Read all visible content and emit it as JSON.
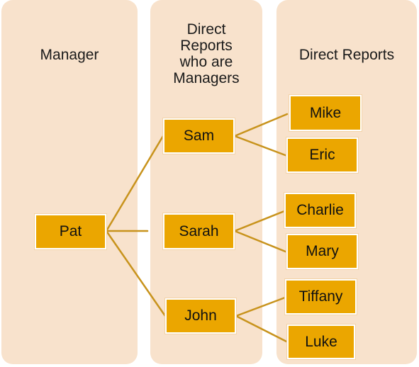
{
  "columns": {
    "manager": {
      "title": "Manager"
    },
    "mid": {
      "title_lines": [
        "Direct",
        "Reports",
        "who are",
        "Managers"
      ]
    },
    "reports": {
      "title": "Direct Reports"
    }
  },
  "nodes": {
    "pat": "Pat",
    "sam": "Sam",
    "sarah": "Sarah",
    "john": "John",
    "mike": "Mike",
    "eric": "Eric",
    "charlie": "Charlie",
    "mary": "Mary",
    "tiffany": "Tiffany",
    "luke": "Luke"
  },
  "colors": {
    "column_background": "#f8e2cc",
    "node_fill": "#eba600",
    "connector": "#c8931c"
  }
}
